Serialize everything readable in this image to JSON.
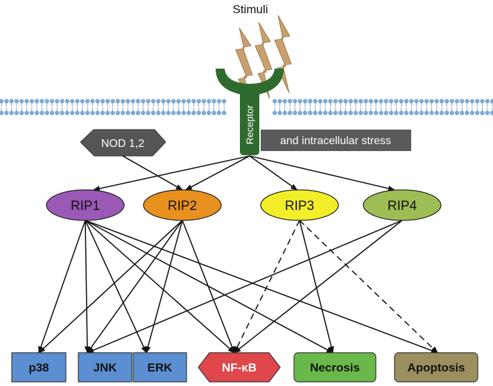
{
  "title": "Stimuli",
  "receptor": {
    "label": "Receptor"
  },
  "intracellular_stress": {
    "label": "and intracellular stress"
  },
  "nod": {
    "label": "NOD 1,2"
  },
  "rips": [
    {
      "id": "rip1",
      "label": "RIP1",
      "color": "#9b59b6"
    },
    {
      "id": "rip2",
      "label": "RIP2",
      "color": "#e8911f"
    },
    {
      "id": "rip3",
      "label": "RIP3",
      "color": "#f2ee2a"
    },
    {
      "id": "rip4",
      "label": "RIP4",
      "color": "#9fbd55"
    }
  ],
  "outputs": [
    {
      "id": "p38",
      "label": "p38",
      "color": "#5b8fd1"
    },
    {
      "id": "jnk",
      "label": "JNK",
      "color": "#5b8fd1"
    },
    {
      "id": "erk",
      "label": "ERK",
      "color": "#5b8fd1"
    },
    {
      "id": "nfkb",
      "label": "NF-κB",
      "color": "#e0474b"
    },
    {
      "id": "necrosis",
      "label": "Necrosis",
      "color": "#6ab84a"
    },
    {
      "id": "apoptosis",
      "label": "Apoptosis",
      "color": "#9c8f5f"
    }
  ],
  "colors": {
    "membrane": "#7fa8d6",
    "receptor": "#2f6b2f",
    "lightning": "#c8a070",
    "stress_box": "#5a5a5a",
    "nod_box": "#555555"
  },
  "edges": [
    {
      "from": "receptor",
      "to": "rip1",
      "style": "solid"
    },
    {
      "from": "receptor",
      "to": "rip2",
      "style": "solid"
    },
    {
      "from": "receptor",
      "to": "rip3",
      "style": "solid"
    },
    {
      "from": "receptor",
      "to": "rip4",
      "style": "solid"
    },
    {
      "from": "nod",
      "to": "rip2",
      "style": "solid"
    },
    {
      "from": "rip1",
      "to": "p38",
      "style": "solid"
    },
    {
      "from": "rip1",
      "to": "jnk",
      "style": "solid"
    },
    {
      "from": "rip1",
      "to": "erk",
      "style": "solid"
    },
    {
      "from": "rip1",
      "to": "nfkb",
      "style": "solid"
    },
    {
      "from": "rip1",
      "to": "necrosis",
      "style": "solid"
    },
    {
      "from": "rip1",
      "to": "apoptosis",
      "style": "solid"
    },
    {
      "from": "rip2",
      "to": "p38",
      "style": "solid"
    },
    {
      "from": "rip2",
      "to": "jnk",
      "style": "solid"
    },
    {
      "from": "rip2",
      "to": "erk",
      "style": "solid"
    },
    {
      "from": "rip2",
      "to": "nfkb",
      "style": "solid"
    },
    {
      "from": "rip3",
      "to": "nfkb",
      "style": "dashed"
    },
    {
      "from": "rip3",
      "to": "necrosis",
      "style": "solid"
    },
    {
      "from": "rip3",
      "to": "apoptosis",
      "style": "dashed"
    },
    {
      "from": "rip4",
      "to": "jnk",
      "style": "solid"
    },
    {
      "from": "rip4",
      "to": "nfkb",
      "style": "solid"
    }
  ]
}
